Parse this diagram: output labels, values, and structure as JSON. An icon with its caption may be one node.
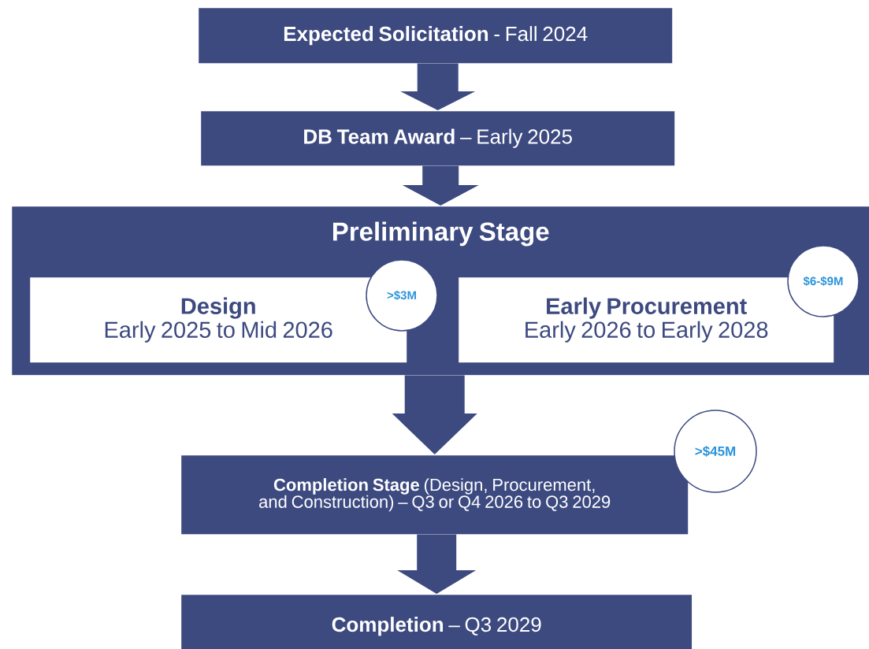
{
  "diagram": {
    "nodes": [
      {
        "text": [
          "**Expected Solicitation** - Fall 2024"
        ]
      },
      {
        "text": [
          "**DB Team Award** – Early 2025"
        ]
      },
      {
        "text": [
          "Preliminary Stage"
        ]
      },
      {
        "text": [
          "Design",
          "Early 2025 to Mid 2026"
        ],
        "in": 2
      },
      {
        "text": [
          ">$3M"
        ],
        "in": 2
      },
      {
        "text": [
          "Early Procurement",
          "Early 2026 to Early 2028"
        ],
        "in": 2
      },
      {
        "text": [
          "$6-$9M"
        ],
        "in": 2
      },
      {
        "text": [
          "**Completion Stage** (Design, Procurement, and Construction) – Q3 or Q4 2026 to Q3 2029"
        ]
      },
      {
        "text": [
          ">$45M"
        ]
      },
      {
        "text": [
          "**Completion** – Q3 2029"
        ]
      }
    ],
    "edges": [
      {
        "from": 0,
        "to": 1,
        "arrow": "to"
      },
      {
        "from": 1,
        "to": 2,
        "arrow": "to"
      },
      {
        "from": 2,
        "to": 7,
        "arrow": "to"
      },
      {
        "from": 7,
        "to": 9,
        "arrow": "to"
      }
    ]
  }
}
